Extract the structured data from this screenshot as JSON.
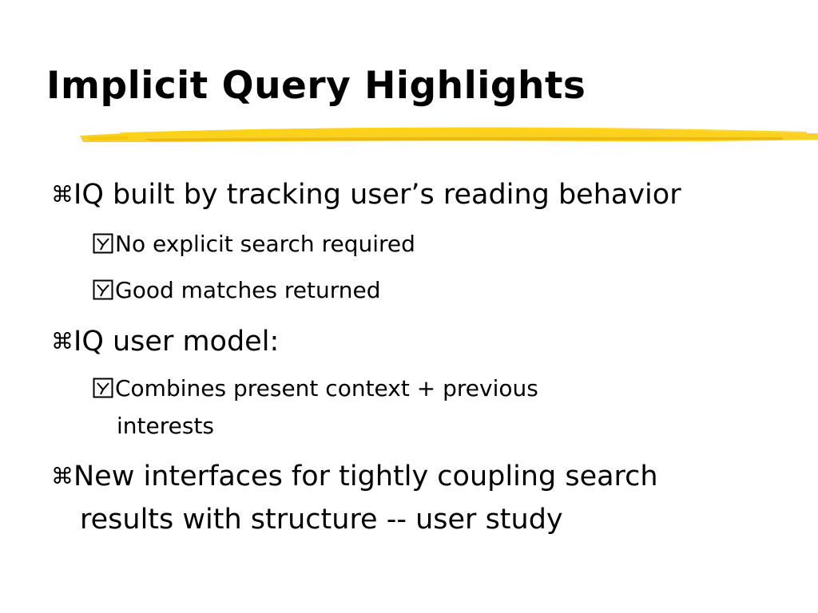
{
  "slide": {
    "title": "Implicit Query Highlights",
    "accent_color": "#f5c400",
    "level1_bullet_glyph": "⌘",
    "level2_bullet_icon": "boxed-y-icon",
    "bullets": [
      {
        "text": "IQ built by tracking user’s reading behavior",
        "children": [
          {
            "text": "No explicit search required"
          },
          {
            "text": "Good matches returned"
          }
        ]
      },
      {
        "text": "IQ user model:",
        "children": [
          {
            "text": "Combines present context + previous",
            "continuation": "interests"
          }
        ]
      },
      {
        "text": "New interfaces for tightly coupling search",
        "continuation": "results with structure -- user study",
        "children": []
      }
    ]
  }
}
